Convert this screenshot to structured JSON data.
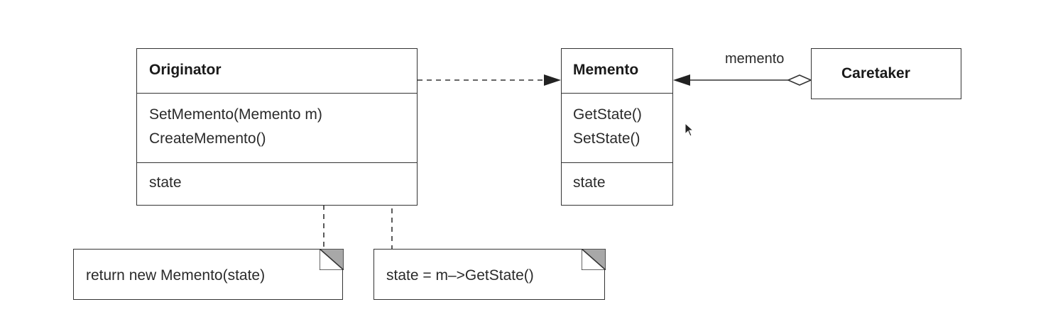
{
  "originator": {
    "name": "Originator",
    "operations": [
      "SetMemento(Memento m)",
      "CreateMemento()"
    ],
    "attributes": [
      "state"
    ]
  },
  "memento": {
    "name": "Memento",
    "operations": [
      "GetState()",
      "SetState()"
    ],
    "attributes": [
      "state"
    ]
  },
  "caretaker": {
    "name": "Caretaker"
  },
  "association": {
    "role_label": "memento"
  },
  "notes": {
    "create_memento": "return new Memento(state)",
    "set_memento": "state = m–>GetState()"
  },
  "colors": {
    "line": "#333333",
    "fold": "#a8a8a8",
    "background": "#ffffff"
  }
}
